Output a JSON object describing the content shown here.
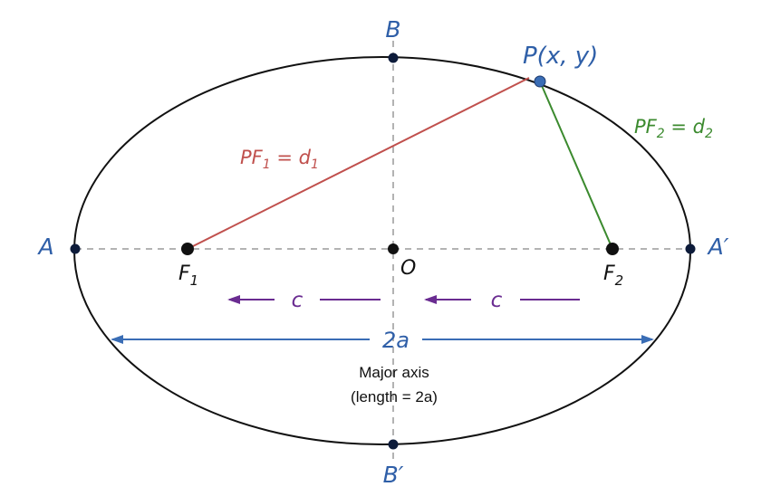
{
  "points": {
    "B": "B",
    "B_prime": "B′",
    "A": "A",
    "A_prime": "A′",
    "O": "O",
    "F1_main": "F",
    "F1_sub": "1",
    "F2_main": "F",
    "F2_sub": "2",
    "P": "P(x, y)"
  },
  "segments": {
    "pf1": {
      "lhs": "PF",
      "sub": "1",
      "eq": " = ",
      "rhs": "d",
      "rhs_sub": "1"
    },
    "pf2": {
      "lhs": "PF",
      "sub": "2",
      "eq": " = ",
      "rhs": "d",
      "rhs_sub": "2"
    }
  },
  "distances": {
    "c_left": "c",
    "c_right": "c",
    "major": "2a"
  },
  "caption": {
    "line1": "Major axis",
    "line2": "(length = 2a)"
  },
  "colors": {
    "ellipse": "#111111",
    "axis_dash": "#9a9a9a",
    "label_blue": "#2f5fa8",
    "pf1_red": "#c0504d",
    "pf2_green": "#3b8a2e",
    "c_purple": "#6a2c91",
    "arrow_blue": "#3a6db5",
    "point_dark": "#0d1b3a",
    "point_P": "#3a6db5"
  }
}
